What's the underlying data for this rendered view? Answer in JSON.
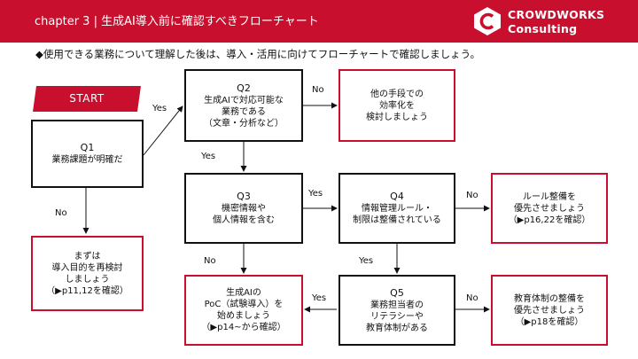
{
  "header": {
    "title": "chapter 3 | 生成AI導入前に確認すべきフローチャート",
    "logo_line1": "CROWDWORKS",
    "logo_line2": "Consulting"
  },
  "intro": "◆使用できる業務について理解した後は、導入・活用に向けてフローチャートで確認しましょう。",
  "start": "START",
  "nodes": {
    "q1": {
      "id": "Q1",
      "lines": [
        "業務課題が明確だ"
      ]
    },
    "q2": {
      "id": "Q2",
      "lines": [
        "生成AIで対応可能な",
        "業務である",
        "（文章・分析など）"
      ]
    },
    "q3": {
      "id": "Q3",
      "lines": [
        "機密情報や",
        "個人情報を含む"
      ]
    },
    "q4": {
      "id": "Q4",
      "lines": [
        "情報管理ルール・",
        "制限は整備されている"
      ]
    },
    "q5": {
      "id": "Q5",
      "lines": [
        "業務担当者の",
        "リテラシーや",
        "教育体制がある"
      ]
    },
    "r_other": {
      "lines": [
        "他の手段での",
        "効率化を",
        "検討しましょう"
      ]
    },
    "r_goal": {
      "lines": [
        "まずは",
        "導入目的を再検討",
        "しましょう",
        "（▶p11,12を確認）"
      ]
    },
    "r_rules": {
      "lines": [
        "ルール整備を",
        "優先させましょう",
        "（▶p16,22を確認）"
      ]
    },
    "r_poc": {
      "lines": [
        "生成AIの",
        "PoC（試験導入）を",
        "始めましょう",
        "（▶p14~から確認）"
      ]
    },
    "r_edu": {
      "lines": [
        "教育体制の整備を",
        "優先させましょう",
        "（▶p18を確認）"
      ]
    }
  },
  "edges": {
    "q1_q2": "Yes",
    "q1_goal": "No",
    "q2_other": "No",
    "q2_q3": "Yes",
    "q3_q4": "Yes",
    "q3_poc": "No",
    "q4_rules": "No",
    "q4_q5": "Yes",
    "q5_poc": "Yes",
    "q5_edu": "No"
  },
  "colors": {
    "brand_red": "#c8102e",
    "border_black": "#111111"
  }
}
